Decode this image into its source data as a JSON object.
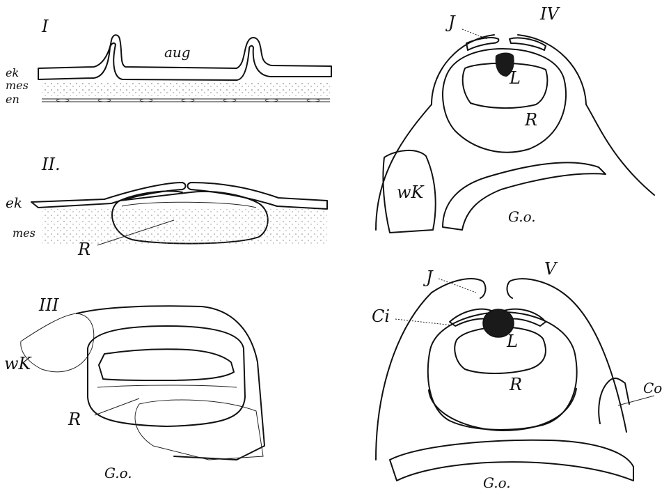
{
  "panels": {
    "p1": {
      "numeral": "I",
      "labels": {
        "aug": "aug",
        "ek": "ek",
        "mes": "mes",
        "en": "en"
      }
    },
    "p2": {
      "numeral": "II.",
      "labels": {
        "ek": "ek",
        "mes": "mes",
        "R": "R"
      }
    },
    "p3": {
      "numeral": "III",
      "labels": {
        "wK": "wK",
        "R": "R",
        "Go": "G.o."
      }
    },
    "p4": {
      "numeral": "IV",
      "labels": {
        "J": "J",
        "L": "L",
        "R": "R",
        "wK": "wK",
        "Go": "G.o."
      }
    },
    "p5": {
      "numeral": "V",
      "labels": {
        "J": "J",
        "Ci": "Ci",
        "L": "L",
        "R": "R",
        "Co": "Co",
        "Go": "G.o."
      }
    }
  }
}
